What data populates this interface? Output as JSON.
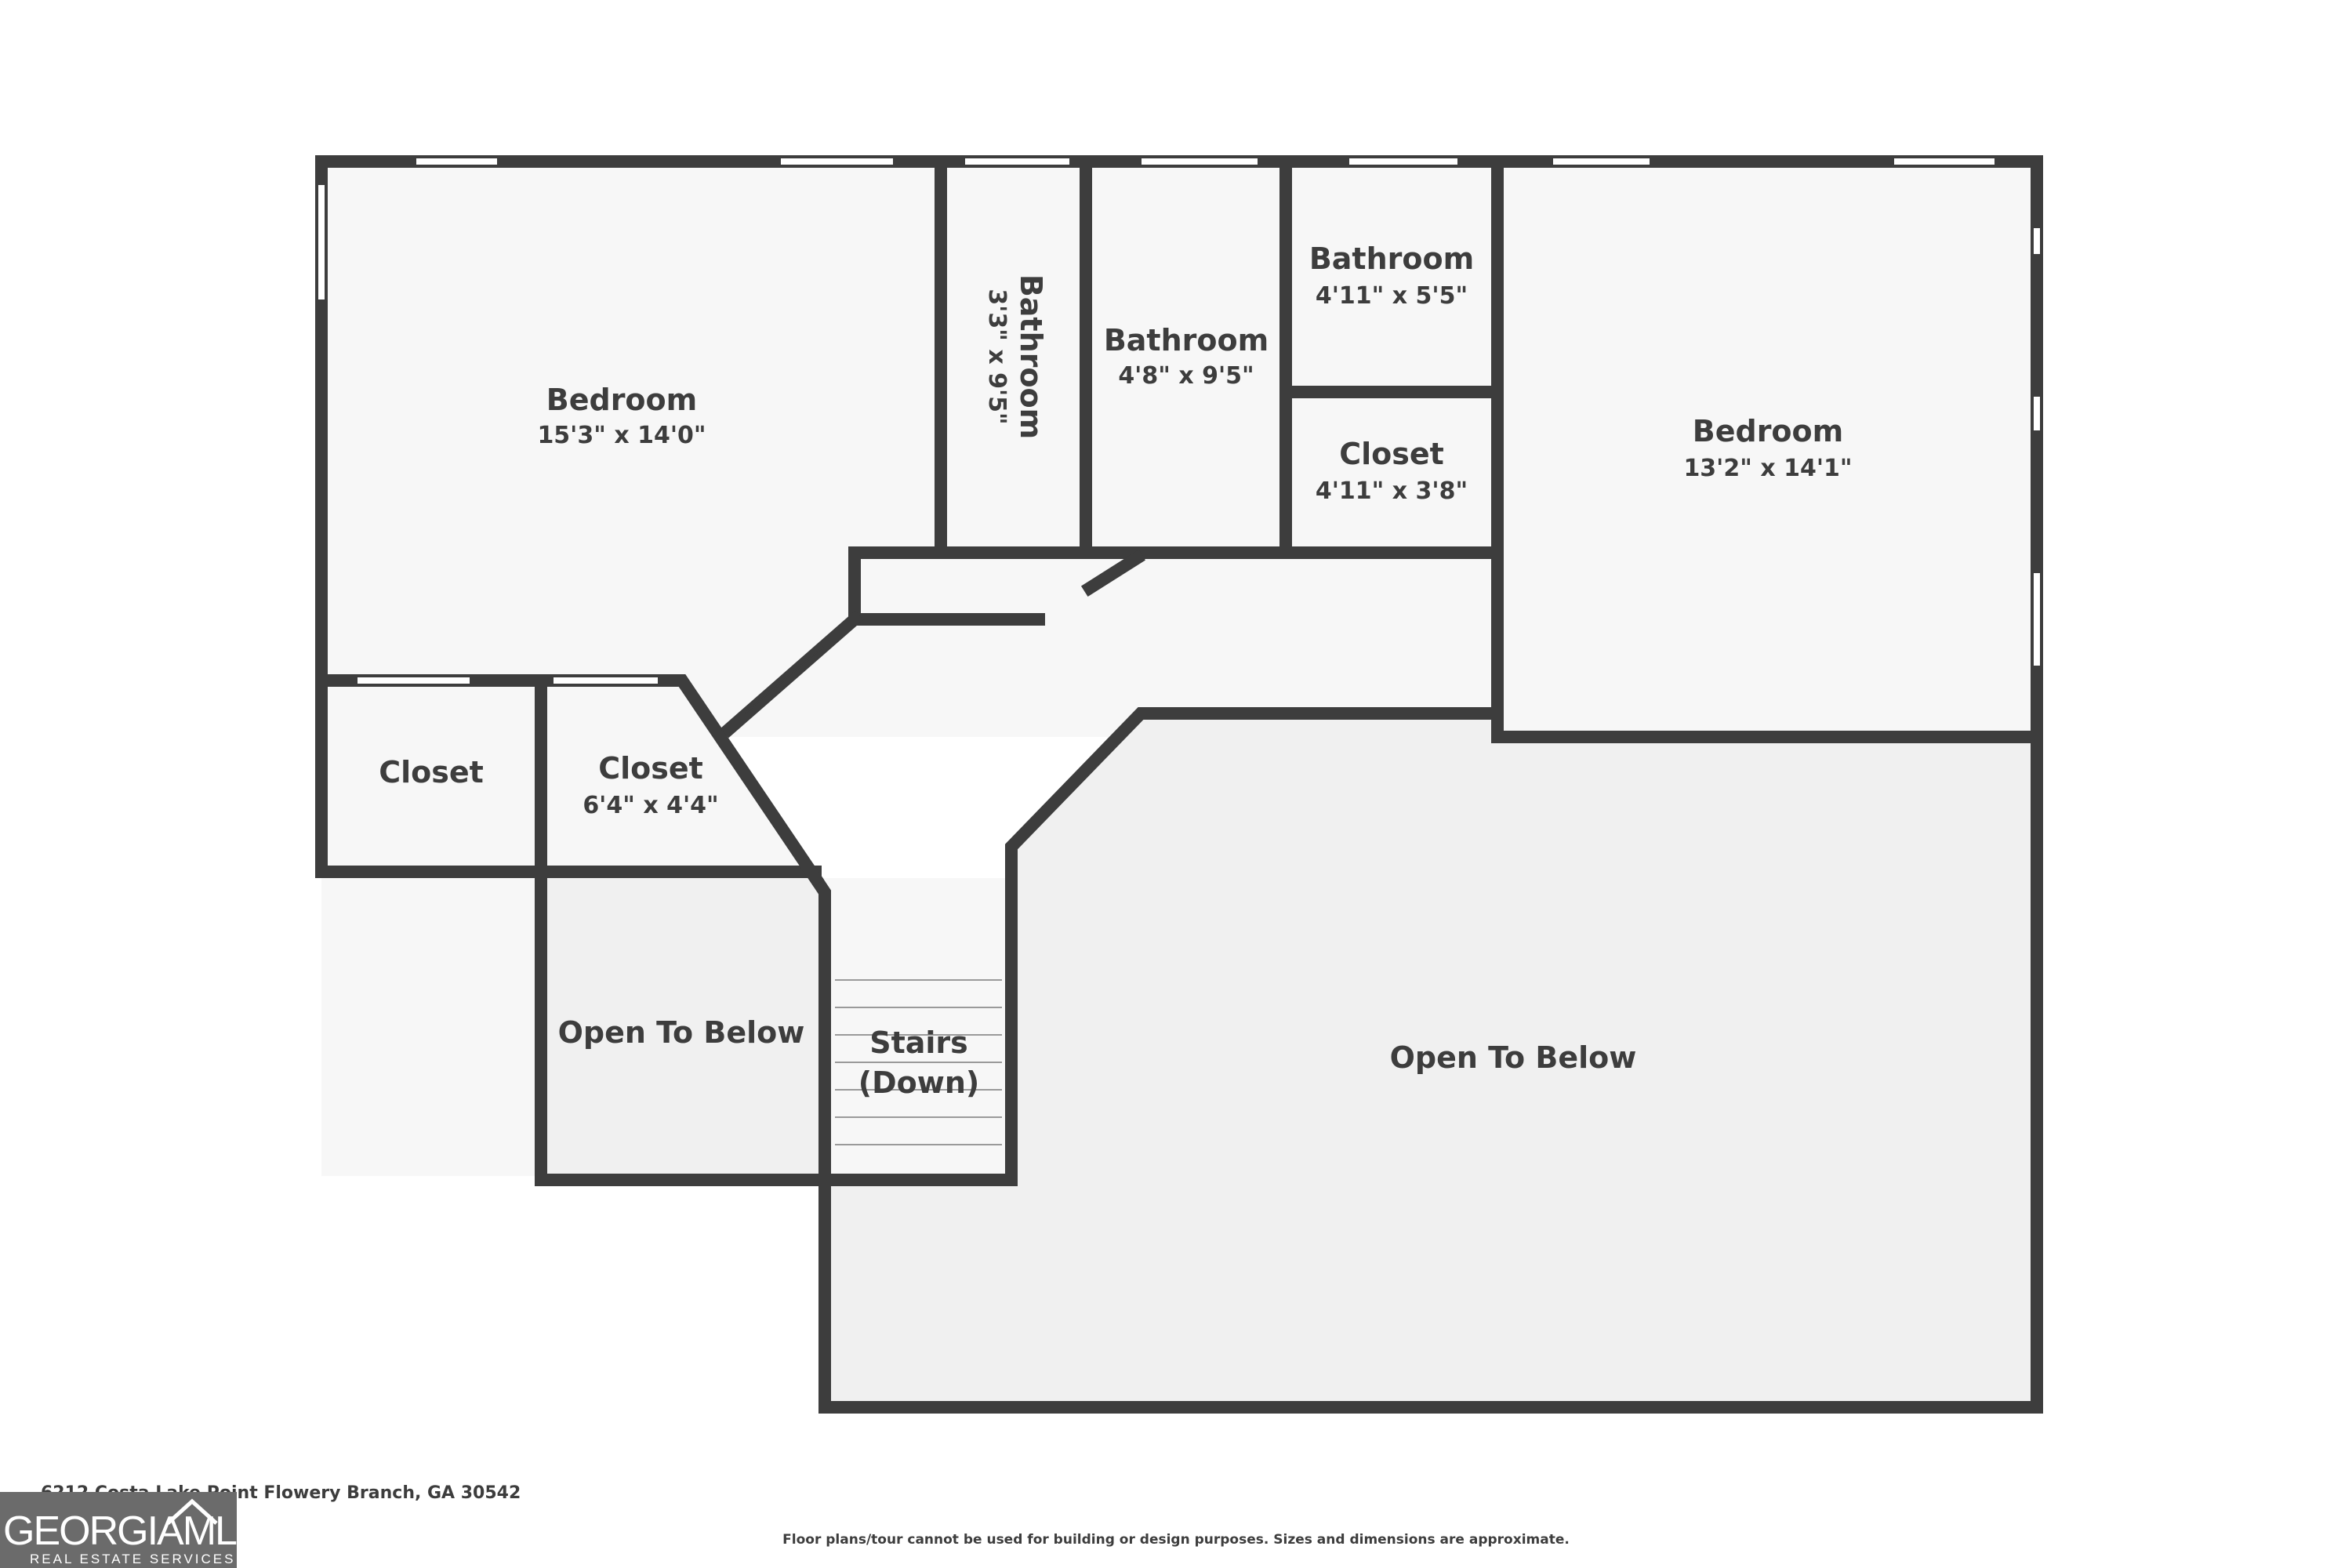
{
  "floor_plan": {
    "rooms": [
      {
        "key": "bedroom_left",
        "name": "Bedroom",
        "dimensions": "15'3\" x 14'0\""
      },
      {
        "key": "bathroom_narrow",
        "name": "Bathroom",
        "dimensions": "3'3\" x 9'5\""
      },
      {
        "key": "bathroom_mid",
        "name": "Bathroom",
        "dimensions": "4'8\" x 9'5\""
      },
      {
        "key": "bathroom_small",
        "name": "Bathroom",
        "dimensions": "4'11\" x 5'5\""
      },
      {
        "key": "closet_right",
        "name": "Closet",
        "dimensions": "4'11\" x 3'8\""
      },
      {
        "key": "bedroom_right",
        "name": "Bedroom",
        "dimensions": "13'2\" x 14'1\""
      },
      {
        "key": "closet_left",
        "name": "Closet",
        "dimensions": ""
      },
      {
        "key": "closet_angled",
        "name": "Closet",
        "dimensions": "6'4\" x 4'4\""
      },
      {
        "key": "open_left",
        "name": "Open To Below",
        "dimensions": ""
      },
      {
        "key": "stairs",
        "name": "Stairs",
        "name_line2": "(Down)",
        "dimensions": ""
      },
      {
        "key": "open_main",
        "name": "Open To Below",
        "dimensions": ""
      }
    ]
  },
  "footer": {
    "address": "6212 Costa Lake Point Flowery Branch, GA 30542",
    "disclaimer": "Floor plans/tour cannot be used for building or design purposes. Sizes and dimensions are approximate.",
    "logo_main": "GEORGIAMLS",
    "logo_sub": "REAL ESTATE SERVICES"
  },
  "colors": {
    "wall": "#3d3d3d",
    "floor": "#f7f7f7",
    "open_to_below": "#f0f0f0",
    "logo_bg": "#6b6b6b"
  }
}
